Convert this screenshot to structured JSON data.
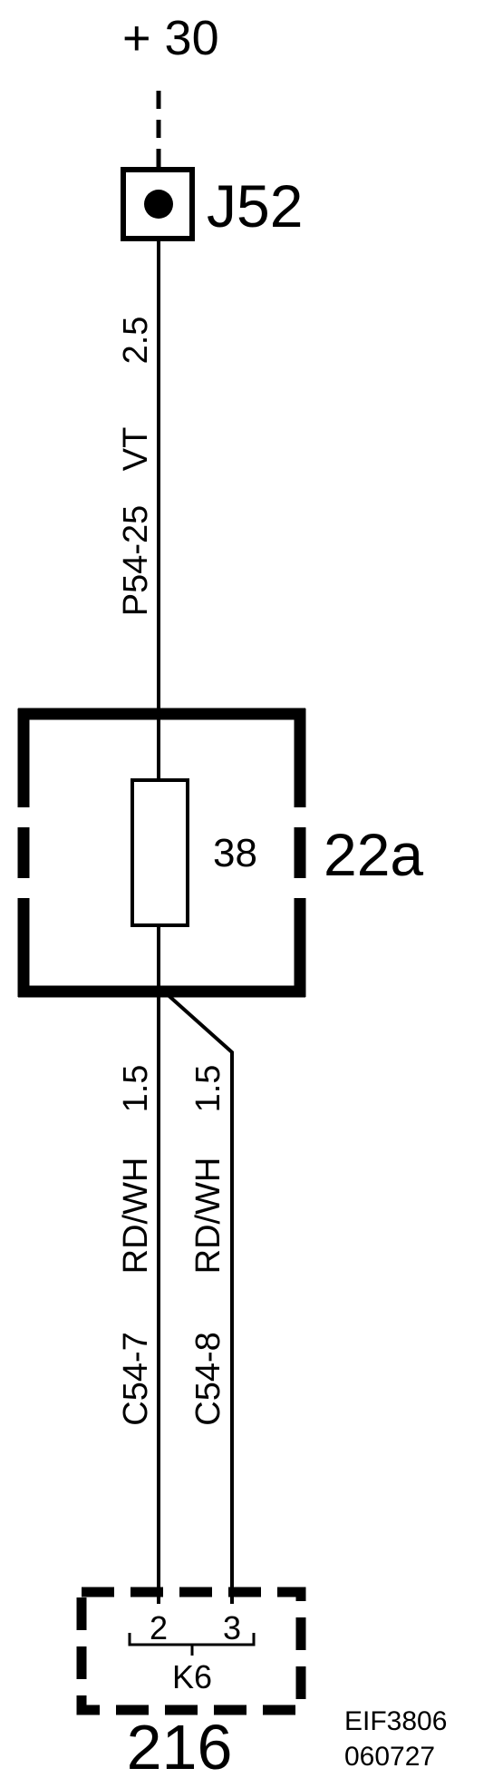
{
  "supply": {
    "label": "+ 30"
  },
  "junction": {
    "label": "J52"
  },
  "wire_top": {
    "size": "2.5",
    "color": "VT",
    "circuit": "P54-25"
  },
  "fuse_box": {
    "id": "22a",
    "fuse_number": "38"
  },
  "wires_bottom": [
    {
      "circuit": "C54-7",
      "color": "RD/WH",
      "size": "1.5"
    },
    {
      "circuit": "C54-8",
      "color": "RD/WH",
      "size": "1.5"
    }
  ],
  "connector": {
    "pins": [
      "2",
      "3"
    ],
    "id": "K6"
  },
  "component": {
    "id": "216"
  },
  "reference": {
    "code": "EIF3806",
    "date": "060727"
  }
}
